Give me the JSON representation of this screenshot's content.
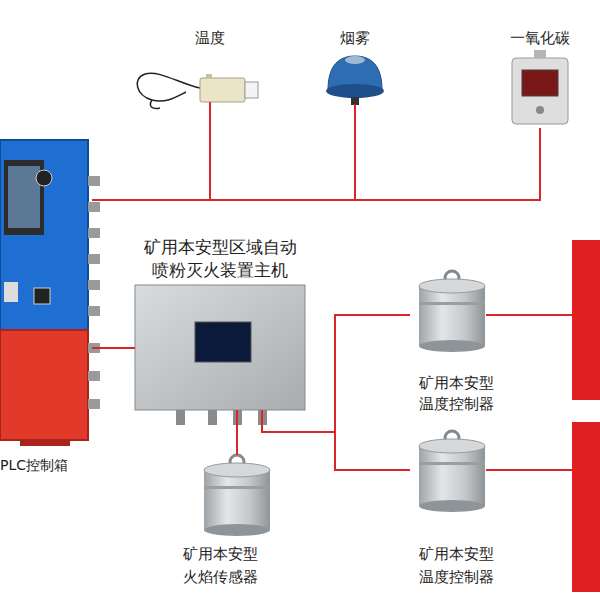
{
  "diagram": {
    "nodes": [
      {
        "text": [
          "温度"
        ]
      },
      {
        "text": [
          "烟雾"
        ]
      },
      {
        "text": [
          "一氧化碳"
        ]
      },
      {
        "text": [
          "PLC控制箱"
        ]
      },
      {
        "text": [
          "矿用本安型区域自动 喷粉灭火装置主机"
        ]
      },
      {
        "text": [
          "矿用本安型 火焰传感器"
        ]
      },
      {
        "text": [
          "矿用本安型 温度控制器"
        ]
      },
      {
        "text": [
          "矿用本安型 温度控制器"
        ]
      }
    ],
    "edges": [
      {
        "from": 0,
        "to": 3,
        "arrow": "none"
      },
      {
        "from": 1,
        "to": 3,
        "arrow": "none"
      },
      {
        "from": 2,
        "to": 3,
        "arrow": "none"
      },
      {
        "from": 3,
        "to": 4,
        "arrow": "none"
      },
      {
        "from": 4,
        "to": 5,
        "arrow": "none"
      },
      {
        "from": 4,
        "to": 6,
        "arrow": "none"
      },
      {
        "from": 4,
        "to": 7,
        "arrow": "none"
      }
    ]
  }
}
